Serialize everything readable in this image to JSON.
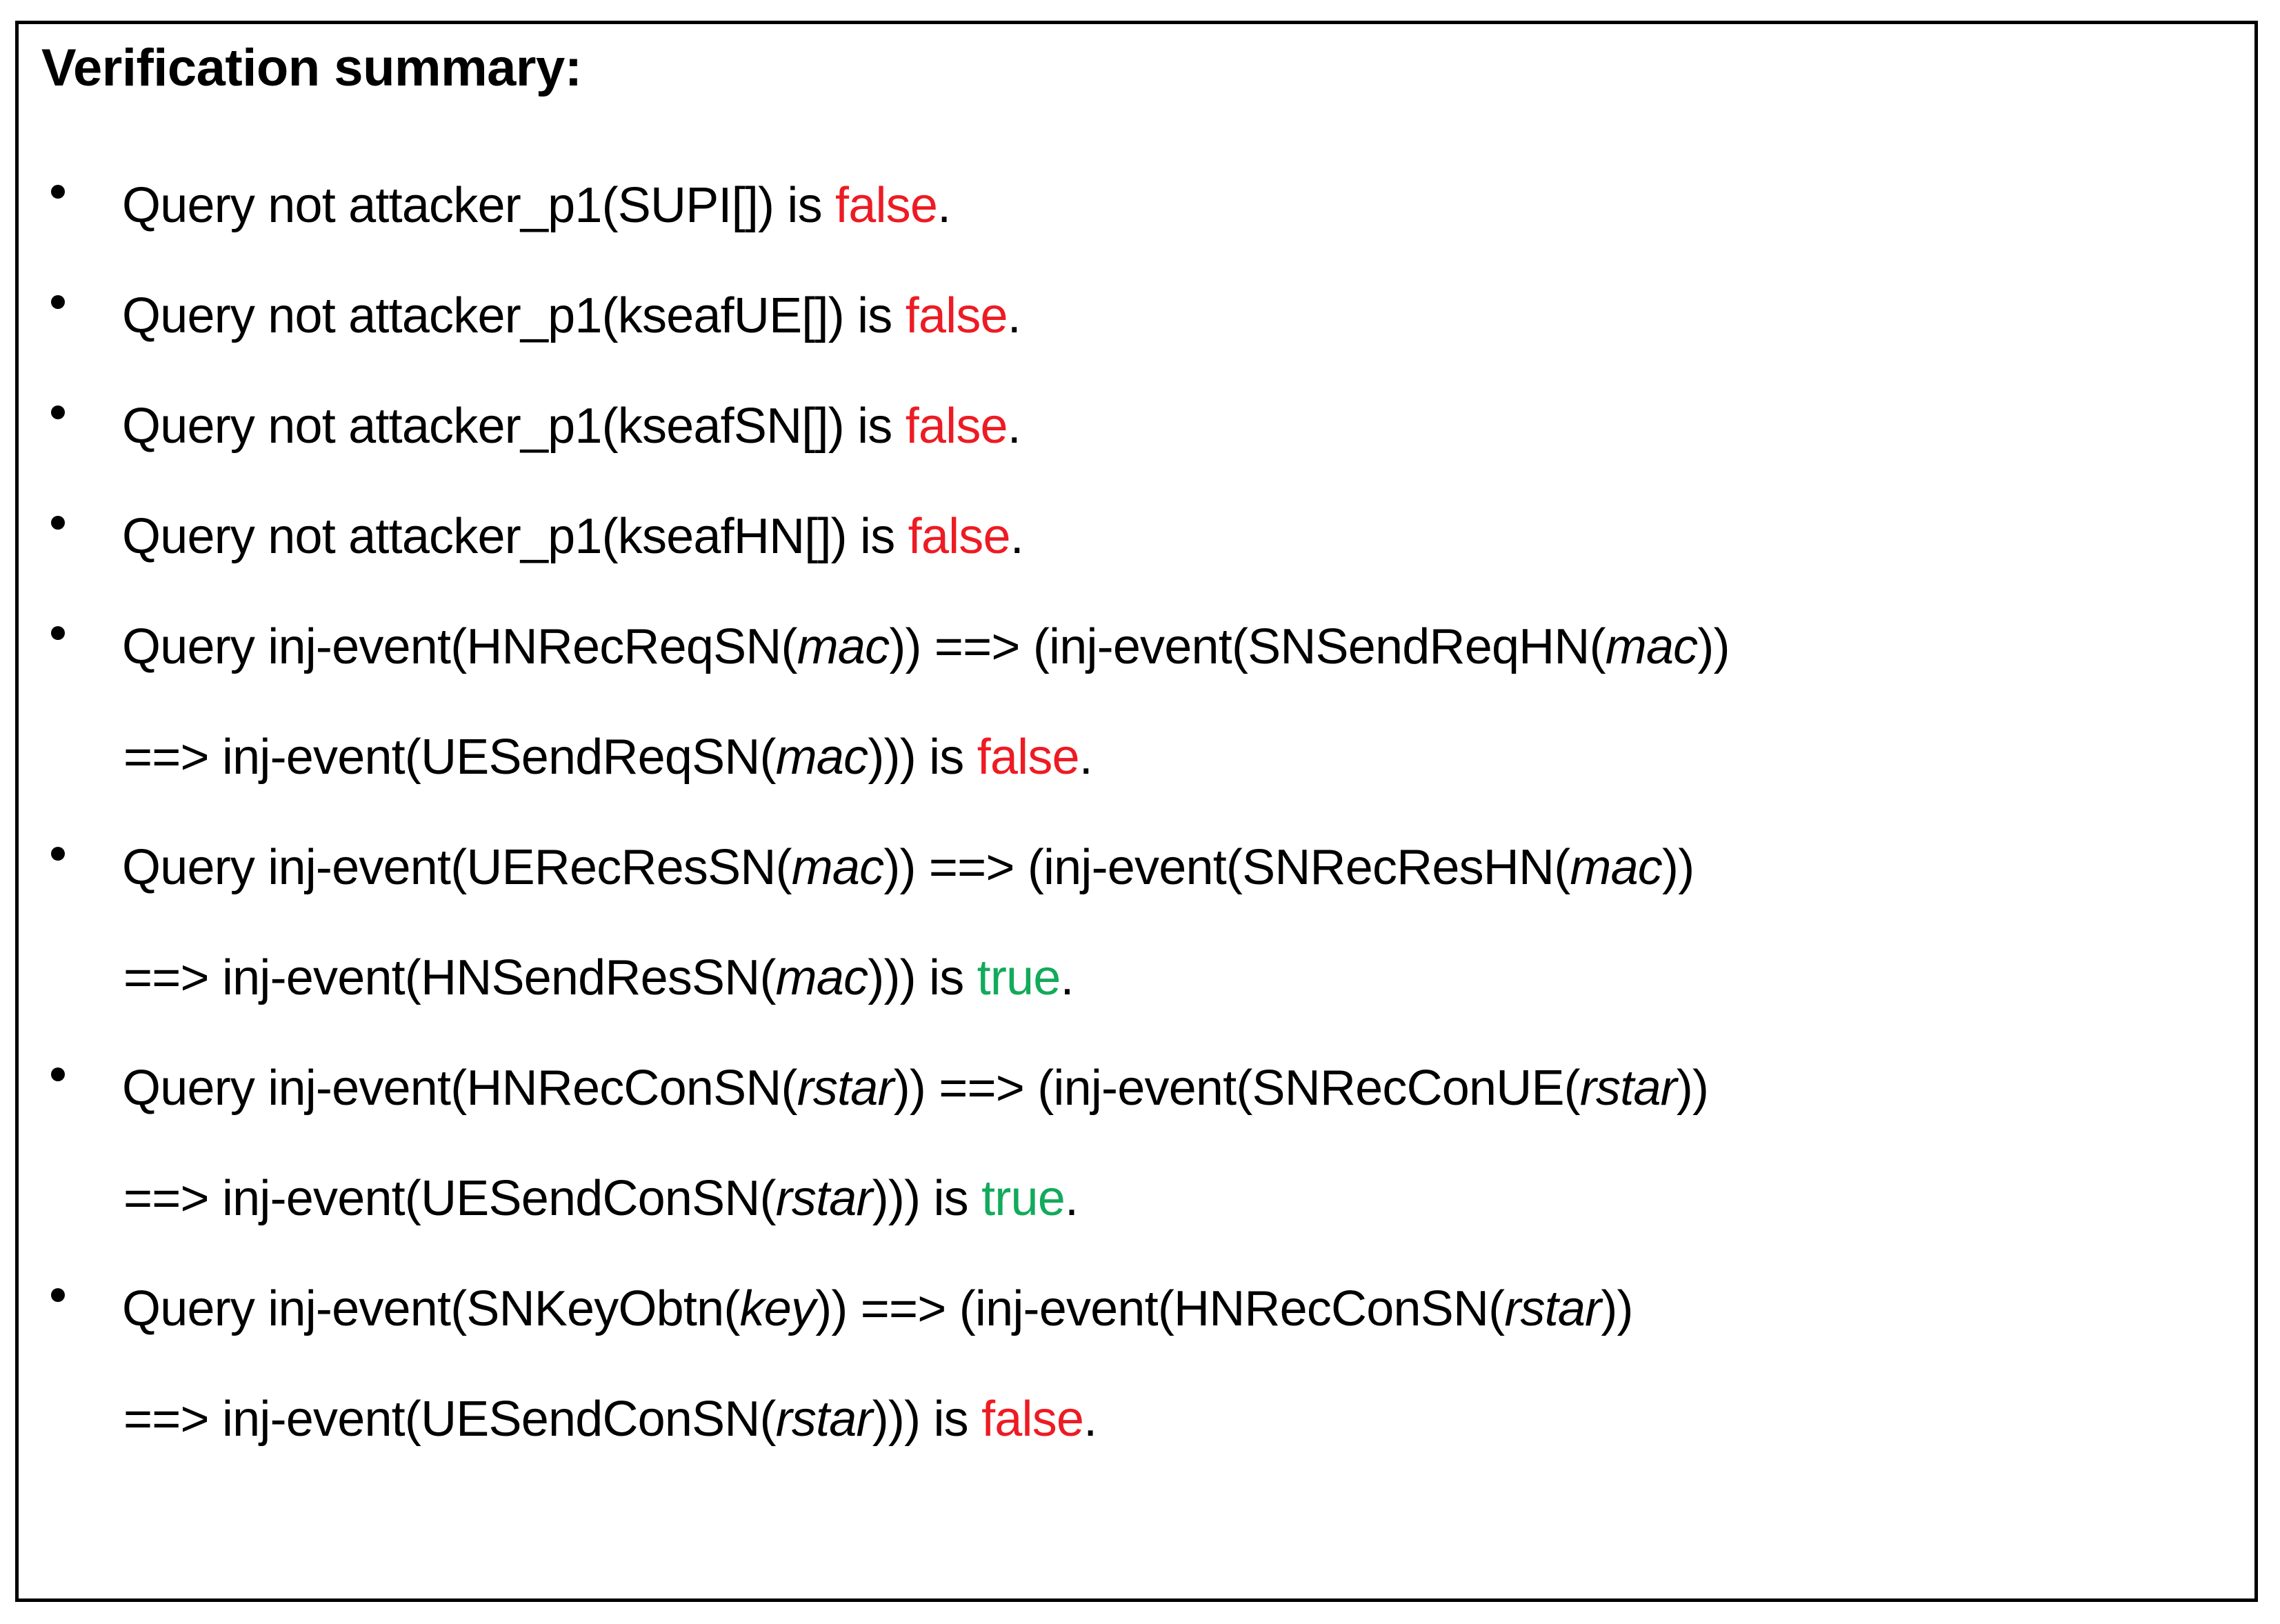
{
  "panel": {
    "title": "Verification summary:",
    "border_color": "#000000",
    "background_color": "#ffffff"
  },
  "colors": {
    "text": "#000000",
    "false": "#ED1B23",
    "true": "#12AA5B"
  },
  "items": [
    {
      "lines": [
        {
          "parts": [
            {
              "t": "Query not attacker_p1(SUPI[]) is ",
              "style": "plain"
            },
            {
              "t": "false",
              "style": "false"
            },
            {
              "t": ".",
              "style": "plain"
            }
          ]
        }
      ]
    },
    {
      "lines": [
        {
          "parts": [
            {
              "t": "Query not attacker_p1(kseafUE[]) is ",
              "style": "plain"
            },
            {
              "t": "false",
              "style": "false"
            },
            {
              "t": ".",
              "style": "plain"
            }
          ]
        }
      ]
    },
    {
      "lines": [
        {
          "parts": [
            {
              "t": "Query not attacker_p1(kseafSN[]) is ",
              "style": "plain"
            },
            {
              "t": "false",
              "style": "false"
            },
            {
              "t": ".",
              "style": "plain"
            }
          ]
        }
      ]
    },
    {
      "lines": [
        {
          "parts": [
            {
              "t": "Query not attacker_p1(kseafHN[]) is ",
              "style": "plain"
            },
            {
              "t": "false",
              "style": "false"
            },
            {
              "t": ".",
              "style": "plain"
            }
          ]
        }
      ]
    },
    {
      "lines": [
        {
          "parts": [
            {
              "t": "Query inj-event(HNRecReqSN(",
              "style": "plain"
            },
            {
              "t": "mac",
              "style": "italic"
            },
            {
              "t": ")) ==> (inj-event(SNSendReqHN(",
              "style": "plain"
            },
            {
              "t": "mac",
              "style": "italic"
            },
            {
              "t": "))",
              "style": "plain"
            }
          ]
        },
        {
          "cont": true,
          "parts": [
            {
              "t": "==> inj-event(UESendReqSN(",
              "style": "plain"
            },
            {
              "t": "mac",
              "style": "italic"
            },
            {
              "t": "))) is ",
              "style": "plain"
            },
            {
              "t": "false",
              "style": "false"
            },
            {
              "t": ".",
              "style": "plain"
            }
          ]
        }
      ]
    },
    {
      "lines": [
        {
          "parts": [
            {
              "t": "Query inj-event(UERecResSN(",
              "style": "plain"
            },
            {
              "t": "mac",
              "style": "italic"
            },
            {
              "t": ")) ==> (inj-event(SNRecResHN(",
              "style": "plain"
            },
            {
              "t": "mac",
              "style": "italic"
            },
            {
              "t": "))",
              "style": "plain"
            }
          ]
        },
        {
          "cont": true,
          "parts": [
            {
              "t": "==> inj-event(HNSendResSN(",
              "style": "plain"
            },
            {
              "t": "mac",
              "style": "italic"
            },
            {
              "t": "))) is  ",
              "style": "plain"
            },
            {
              "t": "true",
              "style": "true"
            },
            {
              "t": ".",
              "style": "plain"
            }
          ]
        }
      ]
    },
    {
      "lines": [
        {
          "parts": [
            {
              "t": "Query inj-event(HNRecConSN(",
              "style": "plain"
            },
            {
              "t": "rstar",
              "style": "italic"
            },
            {
              "t": ")) ==> (inj-event(SNRecConUE(",
              "style": "plain"
            },
            {
              "t": "rstar",
              "style": "italic"
            },
            {
              "t": "))",
              "style": "plain"
            }
          ]
        },
        {
          "cont": true,
          "parts": [
            {
              "t": "==> inj-event(UESendConSN(",
              "style": "plain"
            },
            {
              "t": "rstar",
              "style": "italic"
            },
            {
              "t": "))) is ",
              "style": "plain"
            },
            {
              "t": "true",
              "style": "true"
            },
            {
              "t": ".",
              "style": "plain"
            }
          ]
        }
      ]
    },
    {
      "lines": [
        {
          "parts": [
            {
              "t": "Query inj-event(SNKeyObtn(",
              "style": "plain"
            },
            {
              "t": "key",
              "style": "italic"
            },
            {
              "t": ")) ==> (inj-event(HNRecConSN(",
              "style": "plain"
            },
            {
              "t": "rstar",
              "style": "italic"
            },
            {
              "t": "))",
              "style": "plain"
            }
          ]
        },
        {
          "cont": true,
          "parts": [
            {
              "t": "==> inj-event(UESendConSN(",
              "style": "plain"
            },
            {
              "t": "rstar",
              "style": "italic"
            },
            {
              "t": "))) is ",
              "style": "plain"
            },
            {
              "t": "false",
              "style": "false"
            },
            {
              "t": ".",
              "style": "plain"
            }
          ]
        }
      ]
    }
  ]
}
